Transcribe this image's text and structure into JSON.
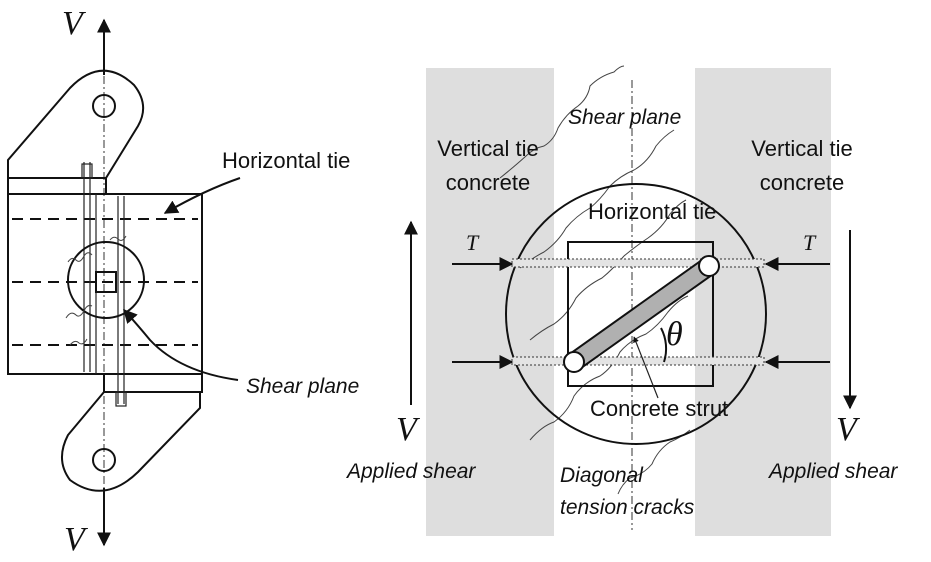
{
  "colors": {
    "line": "#111111",
    "concrete_strip": "#dedede",
    "strut": "#b0b0b0"
  },
  "left_figure": {
    "load_top": "V",
    "load_bottom": "V",
    "label_tie": "Horizontal tie",
    "label_plane": "Shear plane"
  },
  "right_figure": {
    "label_shear_plane": "Shear plane",
    "label_vtie_left": [
      "Vertical tie",
      "concrete"
    ],
    "label_vtie_right": [
      "Vertical tie",
      "concrete"
    ],
    "label_htie": "Horizontal tie",
    "tie_force_left": "T",
    "tie_force_right": "T",
    "angle_symbol": "θ",
    "label_strut": "Concrete strut",
    "shear_left": "V",
    "shear_right": "V",
    "applied_shear_left": "Applied shear",
    "applied_shear_right": "Applied shear",
    "label_cracks": [
      "Diagonal",
      "tension cracks"
    ]
  }
}
